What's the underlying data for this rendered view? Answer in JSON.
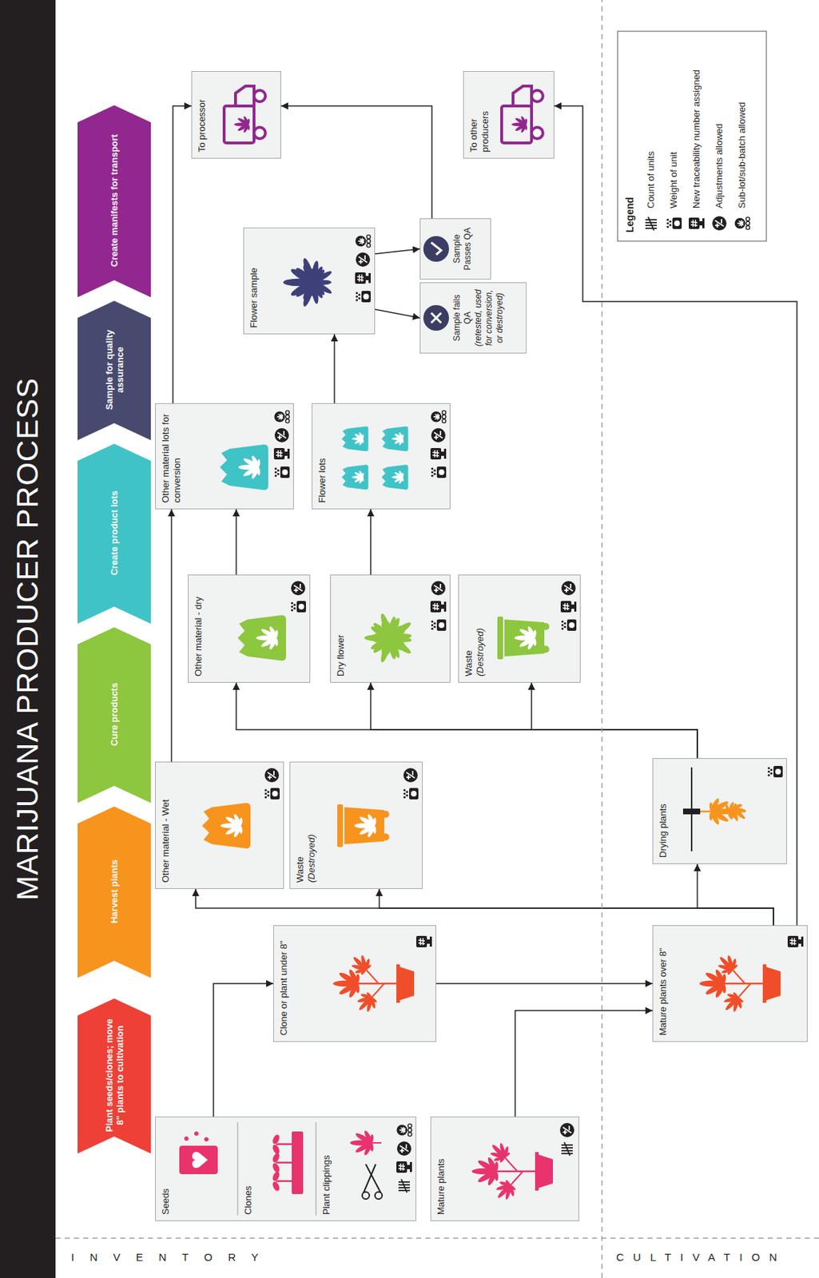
{
  "diagram": {
    "title": "MARIJUANA PRODUCER PROCESS",
    "nodes": [
      {
        "text": [
          "Plant seeds/clones; move 8\" plants to cultivation"
        ]
      },
      {
        "text": [
          "Harvest plants"
        ]
      },
      {
        "text": [
          "Cure products"
        ]
      },
      {
        "text": [
          "Create product lots"
        ]
      },
      {
        "text": [
          "Sample for quality assurance"
        ]
      },
      {
        "text": [
          "Create manifests for transport"
        ]
      },
      {
        "text": [
          "Seeds",
          "Clones",
          "Plant clippings"
        ]
      },
      {
        "text": [
          "Mature plants"
        ]
      },
      {
        "text": [
          "Clone or plant under 8\""
        ]
      },
      {
        "text": [
          "Mature plants over 8\""
        ]
      },
      {
        "text": [
          "Other material - Wet"
        ]
      },
      {
        "text": [
          "Waste",
          "(Destroyed)"
        ]
      },
      {
        "text": [
          "Drying plants"
        ]
      },
      {
        "text": [
          "Other material - dry"
        ]
      },
      {
        "text": [
          "Dry flower"
        ]
      },
      {
        "text": [
          "Waste",
          "(Destroyed)"
        ]
      },
      {
        "text": [
          "Other material lots for conversion"
        ]
      },
      {
        "text": [
          "Flower lots"
        ]
      },
      {
        "text": [
          "Flower sample"
        ]
      },
      {
        "text": [
          "Sample fails QA",
          "(retested, used for conversion, or destroyed)"
        ]
      },
      {
        "text": [
          "Sample Passes QA"
        ]
      },
      {
        "text": [
          "To processor"
        ]
      },
      {
        "text": [
          "To other producers"
        ]
      }
    ],
    "edges": [
      {
        "from": 6,
        "to": 8,
        "arrow": "to"
      },
      {
        "from": 7,
        "to": 9,
        "arrow": "to"
      },
      {
        "from": 8,
        "to": 9,
        "arrow": "to"
      },
      {
        "from": 9,
        "to": 10,
        "arrow": "to"
      },
      {
        "from": 9,
        "to": 11,
        "arrow": "to"
      },
      {
        "from": 9,
        "to": 12,
        "arrow": "to"
      },
      {
        "from": 12,
        "to": 13,
        "arrow": "to"
      },
      {
        "from": 12,
        "to": 14,
        "arrow": "to"
      },
      {
        "from": 12,
        "to": 15,
        "arrow": "to"
      },
      {
        "from": 10,
        "to": 16,
        "arrow": "to"
      },
      {
        "from": 13,
        "to": 16,
        "arrow": "to"
      },
      {
        "from": 14,
        "to": 17,
        "arrow": "to"
      },
      {
        "from": 17,
        "to": 18,
        "arrow": "to"
      },
      {
        "from": 18,
        "to": 19,
        "arrow": "to"
      },
      {
        "from": 18,
        "to": 20,
        "arrow": "to"
      },
      {
        "from": 16,
        "to": 21,
        "arrow": "to"
      },
      {
        "from": 20,
        "to": 21,
        "arrow": "to"
      },
      {
        "from": 9,
        "to": 22,
        "arrow": "to"
      }
    ],
    "labels": [
      "INVENTORY",
      "CULTIVATION",
      "Legend"
    ],
    "legend": [
      {
        "text": "Count of units"
      },
      {
        "text": "Weight of unit"
      },
      {
        "text": "New traceability number assigned"
      },
      {
        "text": "Adjustments allowed"
      },
      {
        "text": "Sub-lot/sub-batch allowed"
      }
    ]
  }
}
